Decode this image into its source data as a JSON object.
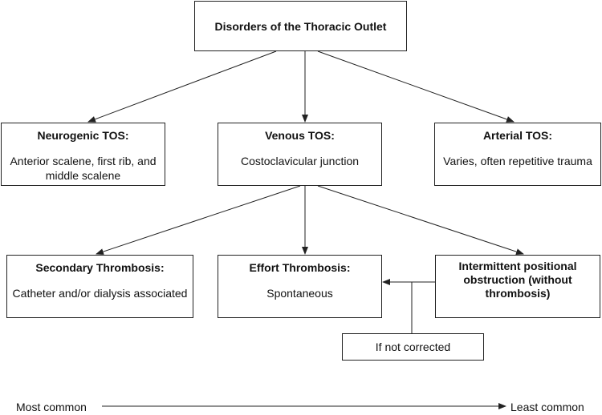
{
  "root": {
    "title": "Disorders of the Thoracic Outlet"
  },
  "level1": {
    "neurogenic": {
      "title": "Neurogenic TOS:",
      "body": "Anterior scalene, first rib, and middle scalene"
    },
    "venous": {
      "title": "Venous TOS:",
      "body": "Costoclavicular junction"
    },
    "arterial": {
      "title": "Arterial TOS:",
      "body": "Varies, often repetitive trauma"
    }
  },
  "level2": {
    "secondary": {
      "title": "Secondary Thrombosis:",
      "body": "Catheter and/or dialysis associated"
    },
    "effort": {
      "title": "Effort Thrombosis:",
      "body": "Spontaneous"
    },
    "intermittent": {
      "title": "Intermittent positional obstruction (without thrombosis)"
    }
  },
  "if_not_corrected": "If not corrected",
  "scale": {
    "left_label": "Most common",
    "right_label": "Least common"
  }
}
